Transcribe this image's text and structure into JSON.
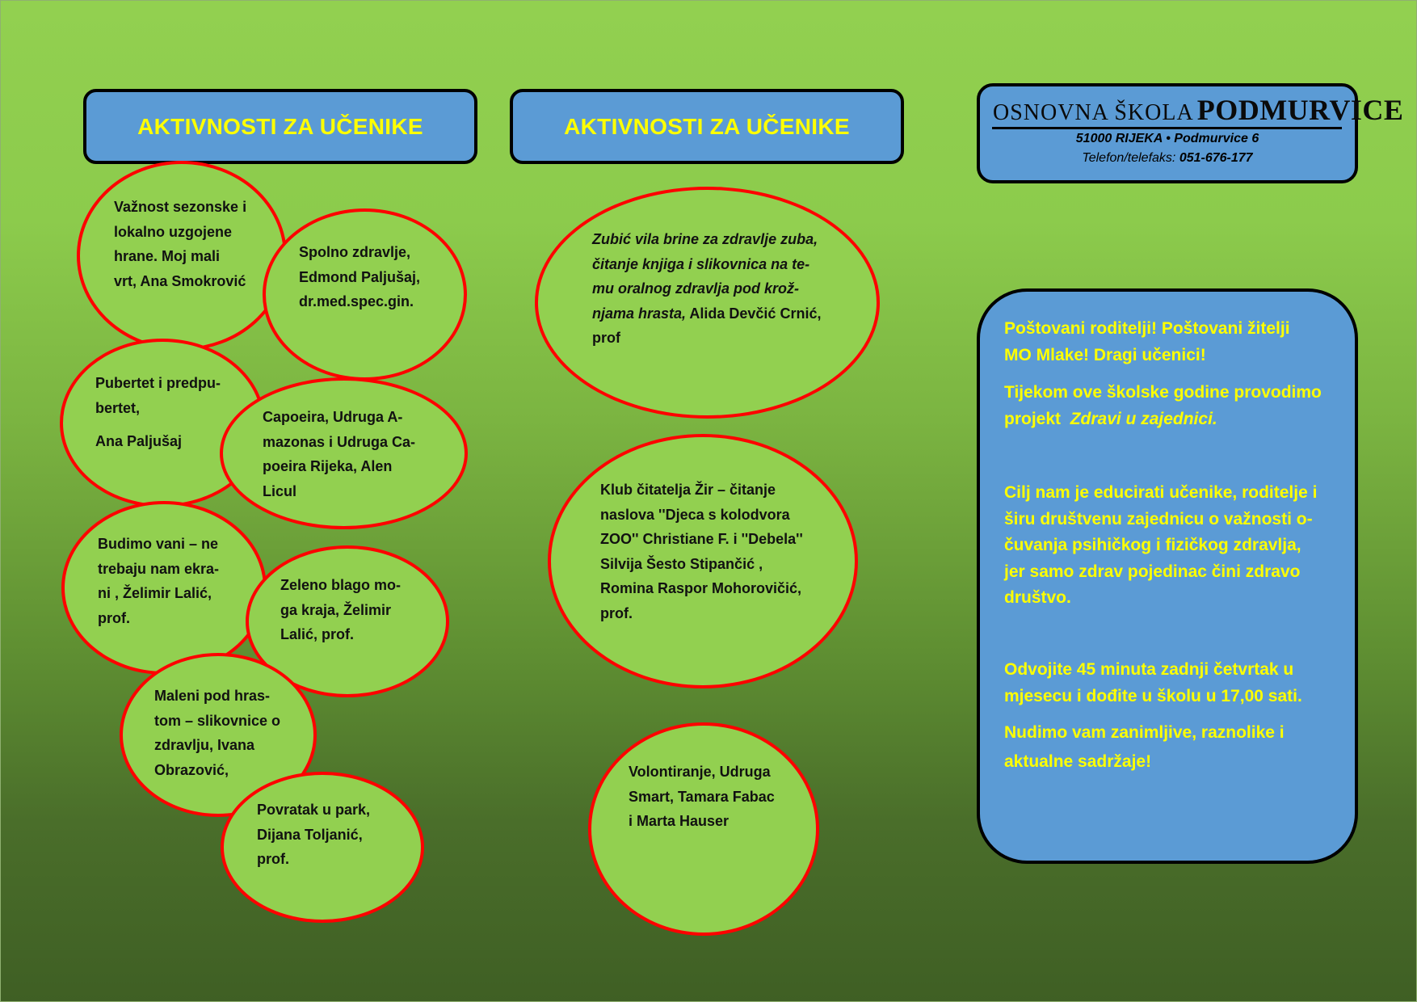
{
  "colors": {
    "background_top": "#92d050",
    "background_bottom": "#3f5f24",
    "header_fill": "#5b9bd5",
    "header_text": "#ffff00",
    "bubble_fill": "#92d050",
    "bubble_border": "#ff0000",
    "info_text": "#ffff00"
  },
  "headers": {
    "left": "AKTIVNOSTI ZA UČENIKE",
    "middle": "AKTIVNOSTI ZA UČENIKE"
  },
  "activities": {
    "b1": [
      "Važnost sezonske i",
      "lokalno uzgojene",
      "hrane. Moj mali",
      "vrt, Ana Smokrović"
    ],
    "b2": [
      "Spolno zdravlje,",
      "Edmond Paljušaj,",
      "dr.med.spec.gin."
    ],
    "b3": [
      "Pubertet i predpu-",
      "bertet,",
      "Ana Paljušaj"
    ],
    "b4": [
      "Capoeira, Udruga A-",
      "mazonas i Udruga Ca-",
      "poeira Rijeka, Alen",
      "Licul"
    ],
    "b5": [
      "Budimo vani –  ne",
      "trebaju nam ekra-",
      "ni , Želimir Lalić,",
      "prof."
    ],
    "b6": [
      "Zeleno blago mo-",
      "ga kraja, Želimir",
      "Lalić, prof."
    ],
    "b7": [
      "Maleni pod hras-",
      "tom – slikovnice o",
      "zdravlju, Ivana",
      "Obrazović,"
    ],
    "b8": [
      "Povratak u park,",
      "Dijana Toljanić,",
      "prof."
    ],
    "m1": [
      "Zubić vila brine za zdravlje zuba,",
      "čitanje knjiga i slikovnica na te-",
      "mu oralnog zdravlja pod krož-",
      "njama hrasta,",
      " Alida Devčić Crnić,",
      "prof"
    ],
    "m2": [
      "Klub čitatelja Žir – čitanje",
      "naslova ''Djeca s kolodvora",
      "ZOO'' Christiane F. i ''Debela''",
      "Silvija Šesto Stipančić ,",
      "Romina Raspor Mohorovičić,",
      "prof."
    ],
    "m3": [
      "Volontiranje, Udruga",
      "Smart, Tamara Fabac",
      "i Marta Hauser"
    ]
  },
  "logo": {
    "school_prefix": "OSNOVNA ŠKOLA",
    "school_name": "PODMURVICE",
    "address": "51000 RIJEKA • Podmurvice 6",
    "phone_label": "Telefon/telefaks:",
    "phone": "051-676-177"
  },
  "info": {
    "greeting_1": "Poštovani roditelji! Poštovani žitelji",
    "greeting_2": "MO Mlake! Dragi učenici!",
    "project_1": "Tijekom ove školske godine provodimo",
    "project_2_prefix": "projekt",
    "project_name": "Zdravi u zajednici.",
    "goal": [
      "Cilj nam je educirati učenike, roditelje i",
      "širu društvenu zajednicu o važnosti o-",
      "čuvanja  psihičkog i fizičkog zdravlja,",
      "jer samo zdrav pojedinac čini zdravo",
      "društvo."
    ],
    "invite_1": "Odvojite 45 minuta zadnji četvrtak u",
    "invite_2": "mjesecu i dođite u školu  u 17,00 sati.",
    "offer_1": "Nudimo vam zanimljive, raznolike  i",
    "offer_2": "aktualne sadržaje!"
  }
}
